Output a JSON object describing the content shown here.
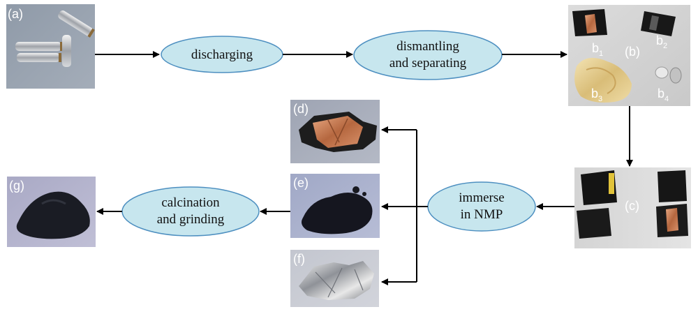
{
  "colors": {
    "ellipse_fill": "#c7e6ee",
    "ellipse_stroke": "#4d8fc0",
    "arrow": "#000000",
    "photo_label": "#ffffff"
  },
  "photos": {
    "a": "(a)",
    "b": "(b)",
    "c": "(c)",
    "d": "(d)",
    "e": "(e)",
    "f": "(f)",
    "g": "(g)"
  },
  "b_parts": {
    "b1": "b",
    "b1_sub": "1",
    "b2": "b",
    "b2_sub": "2",
    "b3": "b",
    "b3_sub": "3",
    "b4": "b",
    "b4_sub": "4"
  },
  "steps": {
    "discharging": "discharging",
    "dismantling_line1": "dismantling",
    "dismantling_line2": "and separating",
    "immerse_line1": "immerse",
    "immerse_line2": "in NMP",
    "calcination_line1": "calcination",
    "calcination_line2": "and grinding"
  }
}
